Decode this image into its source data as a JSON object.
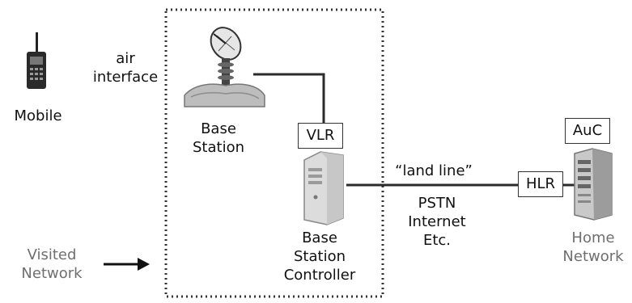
{
  "labels": {
    "air_interface": [
      "air",
      "interface"
    ],
    "mobile": "Mobile",
    "base_station": [
      "Base",
      "Station"
    ],
    "vlr": "VLR",
    "land_line": "“land line”",
    "network_types": [
      "PSTN",
      "Internet",
      "Etc."
    ],
    "hlr": "HLR",
    "auc": "AuC",
    "base_station_controller": [
      "Base",
      "Station",
      "Controller"
    ],
    "visited_network": [
      "Visited",
      "Network"
    ],
    "home_network": [
      "Home",
      "Network"
    ]
  },
  "colors": {
    "line": "#2b2b2b",
    "dotted_border": "#333333",
    "network_label": "#6f6f6f"
  },
  "icons": [
    "mobile-phone-icon",
    "satellite-dish-icon",
    "server-tower-icon",
    "pc-tower-icon"
  ]
}
